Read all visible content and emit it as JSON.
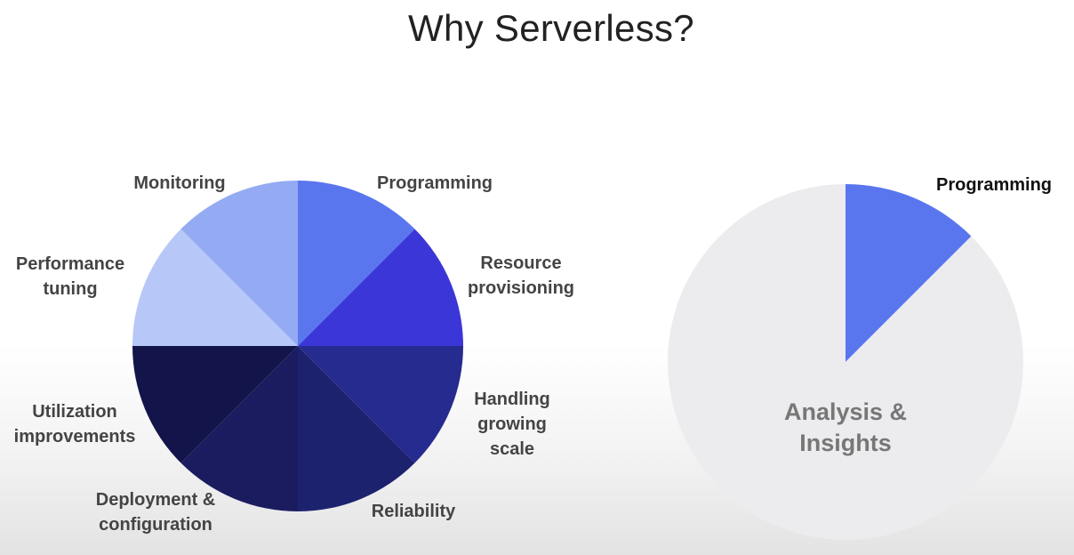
{
  "title": "Why Serverless?",
  "chart_data": [
    {
      "type": "pie",
      "categories": [
        "Programming",
        "Resource provisioning",
        "Handling growing scale",
        "Reliability",
        "Deployment & configuration",
        "Utilization improvements",
        "Performance tuning",
        "Monitoring"
      ],
      "values": [
        12.5,
        12.5,
        12.5,
        12.5,
        12.5,
        12.5,
        12.5,
        12.5
      ],
      "colors": [
        "#5a76ef",
        "#3a36d8",
        "#262b8f",
        "#1d226f",
        "#1b1c60",
        "#12144a",
        "#b7c7f7",
        "#94aaf3"
      ],
      "labels": [
        [
          "Programming"
        ],
        [
          "Resource",
          "provisioning"
        ],
        [
          "Handling",
          "growing",
          "scale"
        ],
        [
          "Reliability"
        ],
        [
          "Deployment &",
          "configuration"
        ],
        [
          "Utilization",
          "improvements"
        ],
        [
          "Performance",
          "tuning"
        ],
        [
          "Monitoring"
        ]
      ]
    },
    {
      "type": "pie",
      "categories": [
        "Programming",
        "Analysis & Insights"
      ],
      "values": [
        12.5,
        87.5
      ],
      "colors": [
        "#5a76ef",
        "#ececee"
      ],
      "labels": [
        [
          "Programming"
        ],
        [
          "Analysis &",
          "Insights"
        ]
      ]
    }
  ]
}
